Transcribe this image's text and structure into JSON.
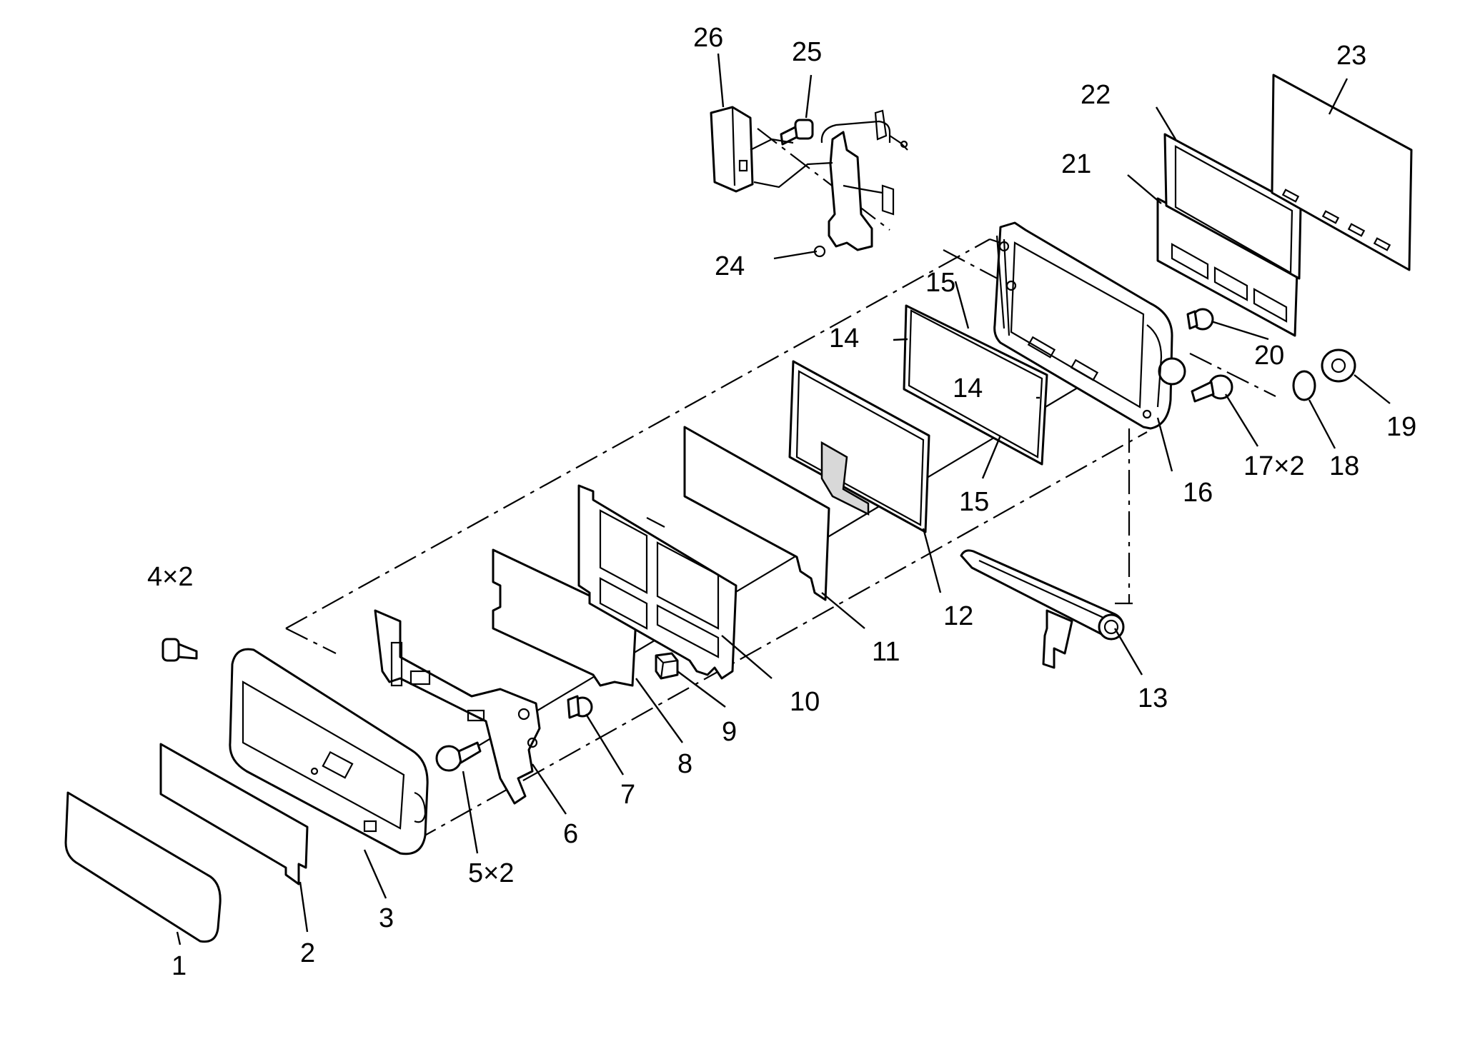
{
  "callouts": [
    {
      "id": "c1",
      "text": "1"
    },
    {
      "id": "c2",
      "text": "2"
    },
    {
      "id": "c3",
      "text": "3"
    },
    {
      "id": "c4",
      "text": "4×2"
    },
    {
      "id": "c5",
      "text": "5×2"
    },
    {
      "id": "c6",
      "text": "6"
    },
    {
      "id": "c7",
      "text": "7"
    },
    {
      "id": "c8",
      "text": "8"
    },
    {
      "id": "c9",
      "text": "9"
    },
    {
      "id": "c10",
      "text": "10"
    },
    {
      "id": "c11",
      "text": "11"
    },
    {
      "id": "c12",
      "text": "12"
    },
    {
      "id": "c13",
      "text": "13"
    },
    {
      "id": "c14a",
      "text": "14"
    },
    {
      "id": "c14b",
      "text": "14"
    },
    {
      "id": "c15a",
      "text": "15"
    },
    {
      "id": "c15b",
      "text": "15"
    },
    {
      "id": "c16",
      "text": "16"
    },
    {
      "id": "c17",
      "text": "17×2"
    },
    {
      "id": "c18",
      "text": "18"
    },
    {
      "id": "c19",
      "text": "19"
    },
    {
      "id": "c20",
      "text": "20"
    },
    {
      "id": "c21",
      "text": "21"
    },
    {
      "id": "c22",
      "text": "22"
    },
    {
      "id": "c23",
      "text": "23"
    },
    {
      "id": "c24",
      "text": "24"
    },
    {
      "id": "c25",
      "text": "25"
    },
    {
      "id": "c26",
      "text": "26"
    }
  ]
}
